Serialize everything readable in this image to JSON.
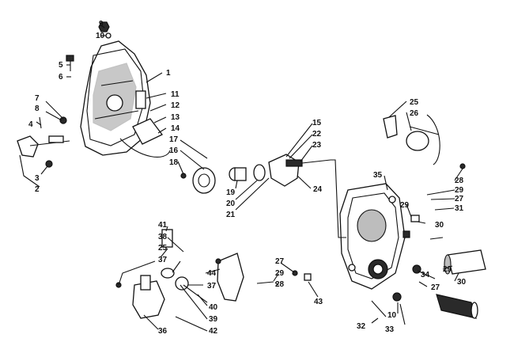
{
  "diagram": {
    "labels": [
      "1",
      "2",
      "3",
      "4",
      "5",
      "6",
      "7",
      "8",
      "9",
      "10",
      "11",
      "12",
      "13",
      "14",
      "15",
      "16",
      "17",
      "18",
      "19",
      "20",
      "21",
      "22",
      "23",
      "24",
      "25",
      "26",
      "27",
      "28",
      "29",
      "30",
      "31",
      "32",
      "33",
      "34",
      "35",
      "36",
      "37",
      "38",
      "39",
      "40",
      "41",
      "42",
      "43",
      "44"
    ],
    "repeated_labels": {
      "10b": "10",
      "25b": "25",
      "27b": "27",
      "27c": "27",
      "28b": "28",
      "29b": "29",
      "29c": "29",
      "29d": "29",
      "30b": "30",
      "37b": "37"
    }
  }
}
